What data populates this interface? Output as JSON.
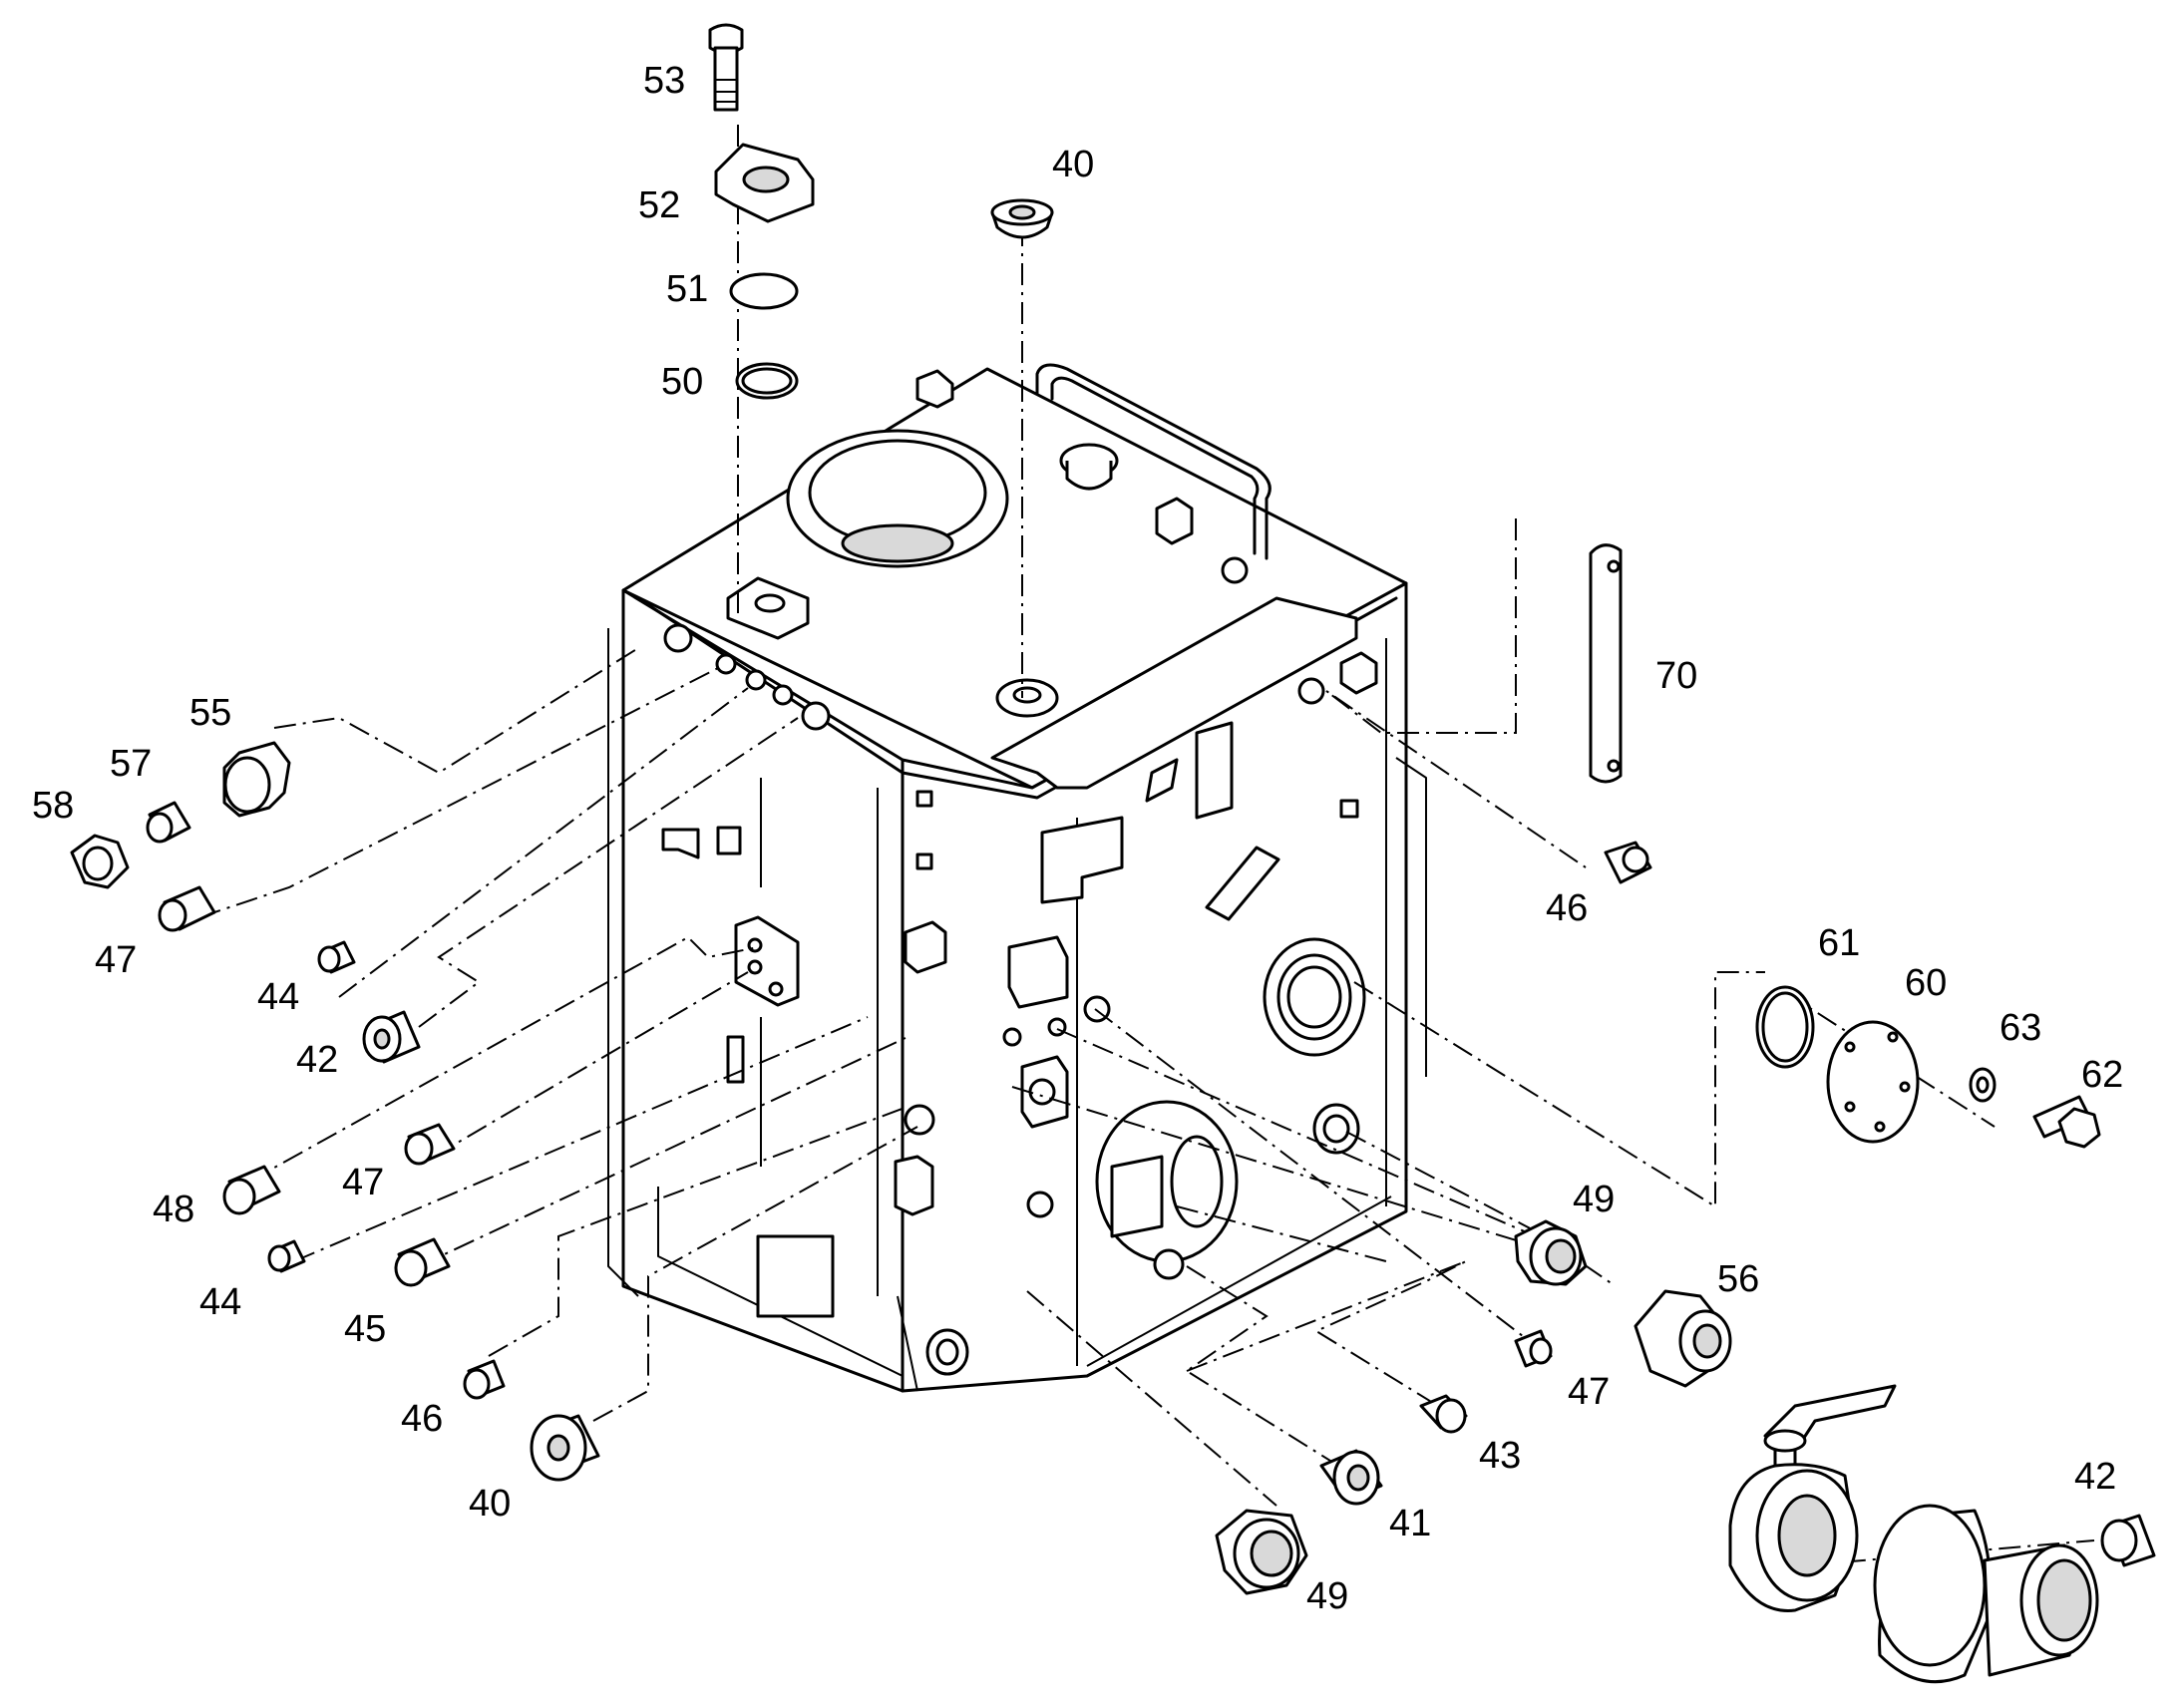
{
  "labels": {
    "p53": "53",
    "p52": "52",
    "p51": "51",
    "p50": "50",
    "p40_top": "40",
    "p70": "70",
    "p55": "55",
    "p57": "57",
    "p58": "58",
    "p47_a": "47",
    "p44_a": "44",
    "p42_a": "42",
    "p46_right": "46",
    "p61": "61",
    "p60": "60",
    "p63": "63",
    "p62": "62",
    "p48": "48",
    "p47_b": "47",
    "p44_b": "44",
    "p45": "45",
    "p46_b": "46",
    "p40_b": "40",
    "p49_a": "49",
    "p56": "56",
    "p47_c": "47",
    "p43": "43",
    "p41": "41",
    "p49_b": "49",
    "p42_b": "42"
  }
}
